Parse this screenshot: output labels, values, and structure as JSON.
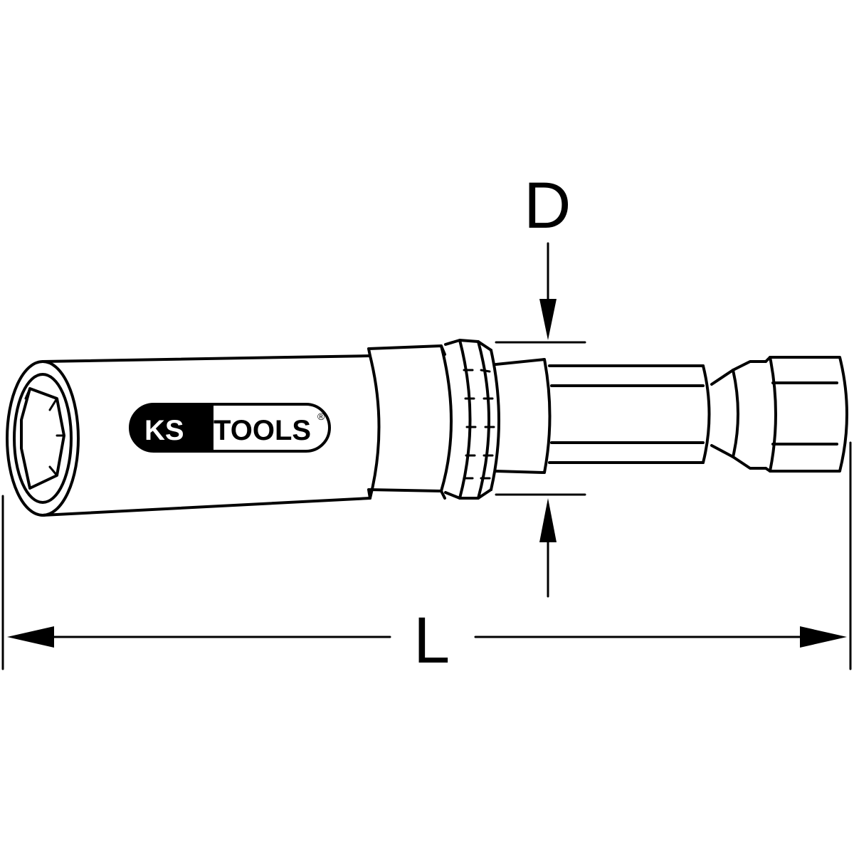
{
  "dimensions": {
    "diameter_label": "D",
    "length_label": "L"
  },
  "logo": {
    "brand_left": "KS",
    "brand_right": "TOOLS",
    "registered_mark": "®"
  },
  "colors": {
    "line": "#000000",
    "background": "#ffffff"
  }
}
